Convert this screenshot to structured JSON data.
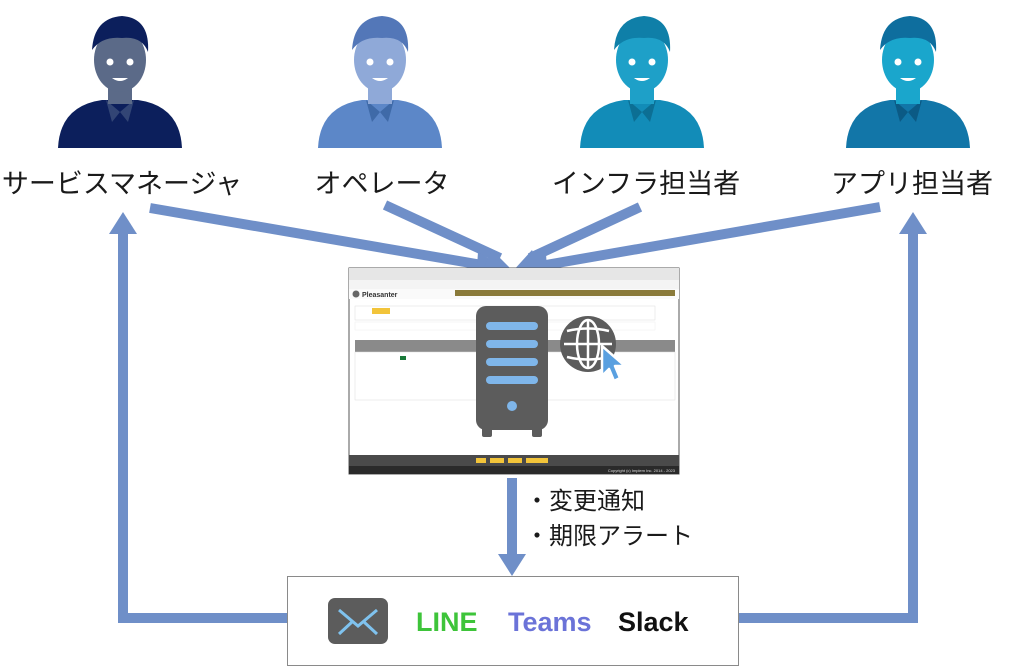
{
  "roles": [
    {
      "label": "サービスマネージャ",
      "shirt": "#0c1f5c",
      "skin": "#5b6a88",
      "hair": "#0c1f5c"
    },
    {
      "label": "オペレータ",
      "shirt": "#5c87c8",
      "skin": "#8fa9d8",
      "hair": "#5377b8"
    },
    {
      "label": "インフラ担当者",
      "shirt": "#128cb8",
      "skin": "#1ea0c8",
      "hair": "#0f7fa8"
    },
    {
      "label": "アプリ担当者",
      "shirt": "#1276a8",
      "skin": "#1aa6cc",
      "hair": "#0e6e9e"
    }
  ],
  "app": {
    "name": "Pleasanter",
    "copyright": "Copyright (c) Implem Inc. 2014 - 2023"
  },
  "notifications": {
    "items": [
      "・変更通知",
      "・期限アラート"
    ]
  },
  "channels": [
    {
      "label": "LINE",
      "color": "#3ec43a"
    },
    {
      "label": "Teams",
      "color": "#6b73d8"
    },
    {
      "label": "Slack",
      "color": "#111111"
    }
  ],
  "colors": {
    "arrow": "#6f8fc8",
    "server": "#5c5c5c",
    "server_lines": "#7fb6ea",
    "globe": "#5c5c5c",
    "cursor": "#5aa0e0",
    "mail": "#5c5c5c",
    "mail_line": "#7fc2ee"
  }
}
